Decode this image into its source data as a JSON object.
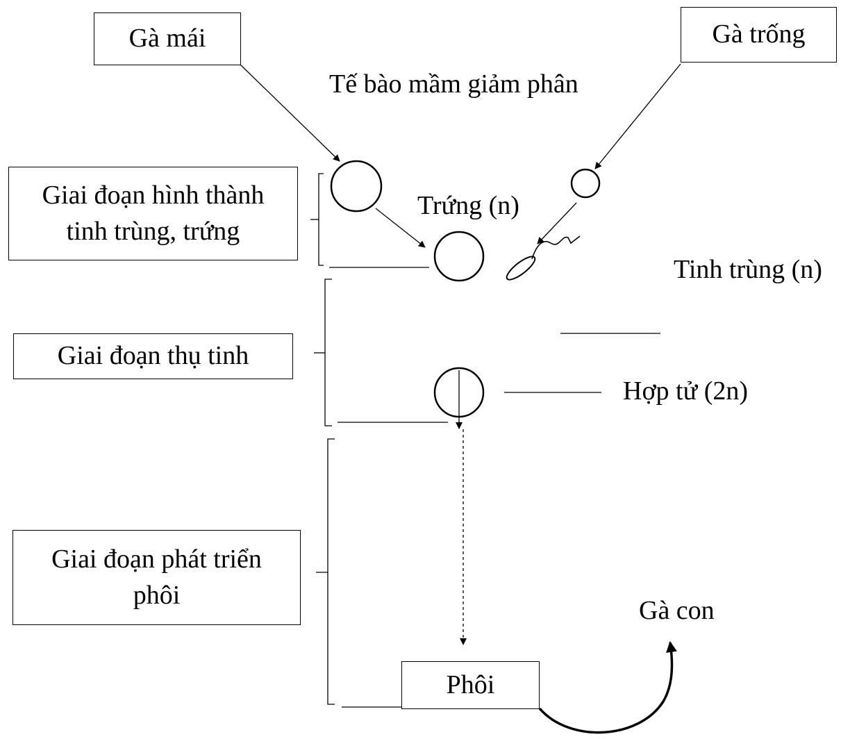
{
  "boxes": {
    "hen": "Gà mái",
    "rooster": "Gà trống",
    "stage_gamete": "Giai đoạn hình thành tinh trùng, trứng",
    "stage_fertilization": "Giai đoạn thụ tinh",
    "stage_embryo": "Giai đoạn phát triển phôi",
    "embryo": "Phôi"
  },
  "labels": {
    "germ_cell_meiosis": "Tế bào mầm giảm phân",
    "egg": "Trứng (n)",
    "sperm": "Tinh trùng (n)",
    "zygote": "Hợp tử (2n)",
    "chick": "Gà con"
  }
}
